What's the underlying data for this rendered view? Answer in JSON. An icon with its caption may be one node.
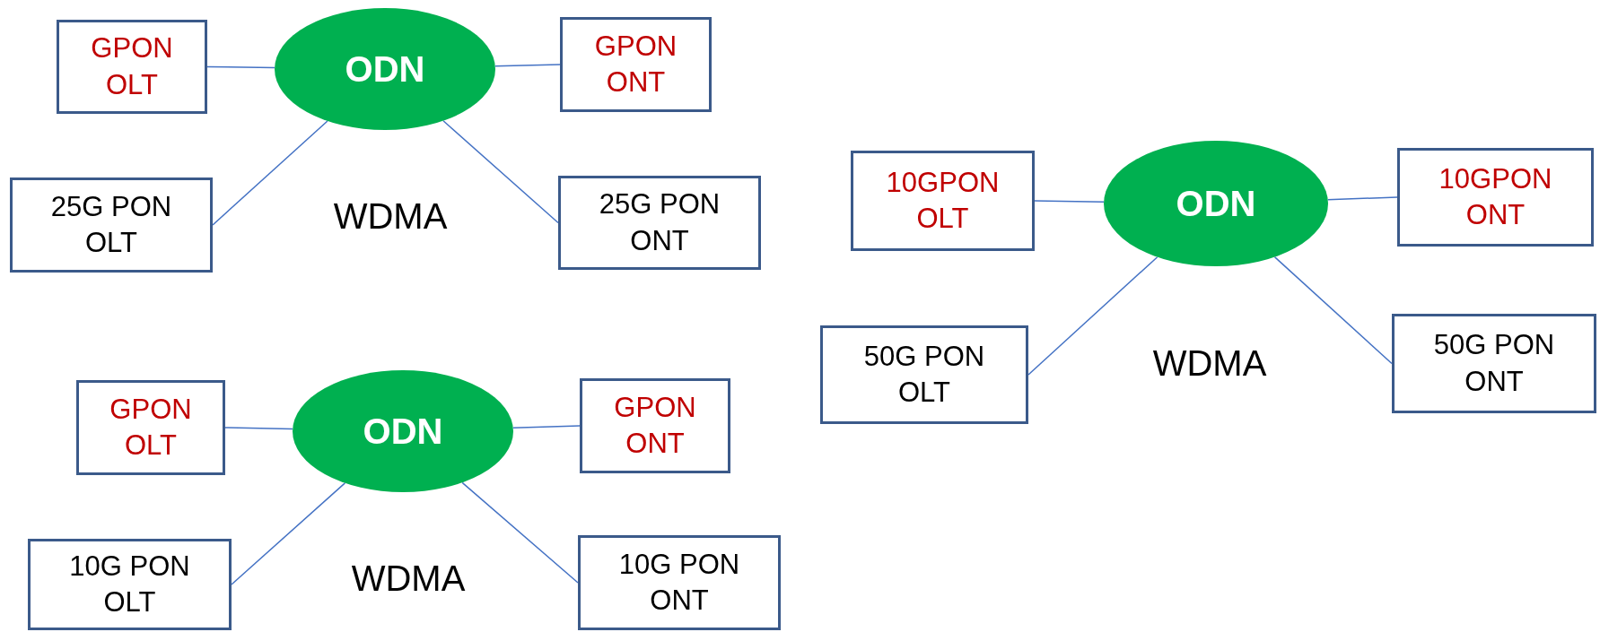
{
  "diagram": {
    "nodes": [
      {
        "text": [
          "GPON OLT"
        ]
      },
      {
        "text": [
          "ODN"
        ]
      },
      {
        "text": [
          "GPON ONT"
        ]
      },
      {
        "text": [
          "25G PON OLT"
        ]
      },
      {
        "text": [
          "25G PON ONT"
        ]
      },
      {
        "text": [
          "10GPON OLT"
        ]
      },
      {
        "text": [
          "ODN"
        ]
      },
      {
        "text": [
          "10GPON ONT"
        ]
      },
      {
        "text": [
          "50G PON OLT"
        ]
      },
      {
        "text": [
          "50G PON ONT"
        ]
      },
      {
        "text": [
          "GPON OLT"
        ]
      },
      {
        "text": [
          "ODN"
        ]
      },
      {
        "text": [
          "GPON ONT"
        ]
      },
      {
        "text": [
          "10G PON OLT"
        ]
      },
      {
        "text": [
          "10G PON ONT"
        ]
      }
    ],
    "edges": [
      {
        "from": 0,
        "to": 1,
        "arrow": "none"
      },
      {
        "from": 1,
        "to": 2,
        "arrow": "none"
      },
      {
        "from": 3,
        "to": 1,
        "arrow": "none"
      },
      {
        "from": 1,
        "to": 4,
        "arrow": "none"
      },
      {
        "from": 5,
        "to": 6,
        "arrow": "none"
      },
      {
        "from": 6,
        "to": 7,
        "arrow": "none"
      },
      {
        "from": 8,
        "to": 6,
        "arrow": "none"
      },
      {
        "from": 6,
        "to": 9,
        "arrow": "none"
      },
      {
        "from": 10,
        "to": 11,
        "arrow": "none"
      },
      {
        "from": 11,
        "to": 12,
        "arrow": "none"
      },
      {
        "from": 13,
        "to": 11,
        "arrow": "none"
      },
      {
        "from": 11,
        "to": 14,
        "arrow": "none"
      }
    ],
    "labels": [
      "WDMA",
      "WDMA",
      "WDMA"
    ]
  }
}
